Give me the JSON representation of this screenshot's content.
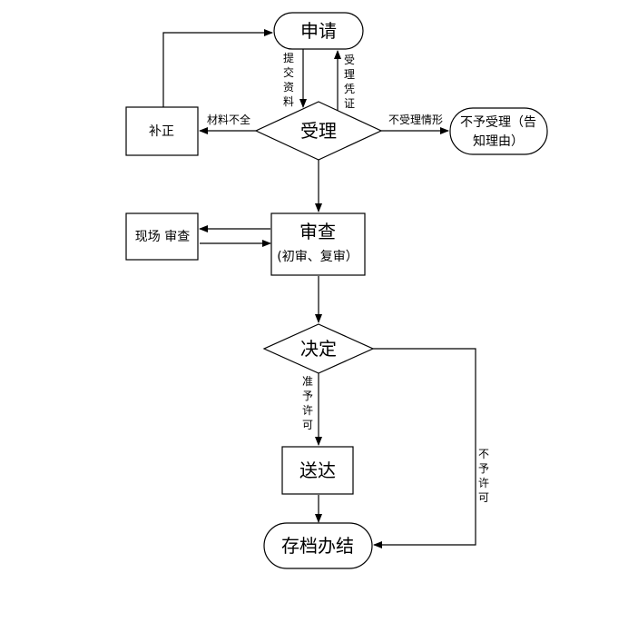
{
  "nodes": {
    "apply": "申请",
    "accept": "受理",
    "correct": "补正",
    "reject_line1": "不予受理（告",
    "reject_line2": "知理由）",
    "review": "审查",
    "review_sub": "(初审、复审）",
    "onsite": "现场 审查",
    "decide": "决定",
    "deliver": "送达",
    "archive": "存档办结"
  },
  "edges": {
    "submit": [
      "提",
      "交",
      "资",
      "料"
    ],
    "receipt": [
      "受",
      "理",
      "凭",
      "证"
    ],
    "incomplete": "材料不全",
    "not_accepted": "不受理情形",
    "grant": [
      "准",
      "予",
      "许",
      "可"
    ],
    "deny": [
      "不",
      "予",
      "许",
      "可"
    ]
  }
}
